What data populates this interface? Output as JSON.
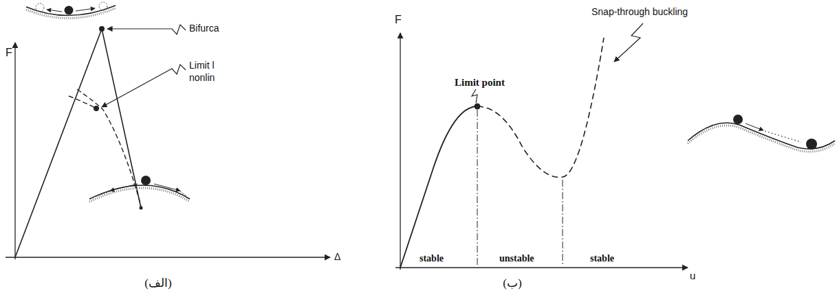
{
  "diagram": {
    "labels": [
      "F",
      "Bifurca",
      "Limit l",
      "nonlin",
      "Δ",
      "(الف)",
      "F",
      "Limit point",
      "Snap-through buckling",
      "stable",
      "unstable",
      "stable",
      "u",
      "(ب)"
    ]
  }
}
